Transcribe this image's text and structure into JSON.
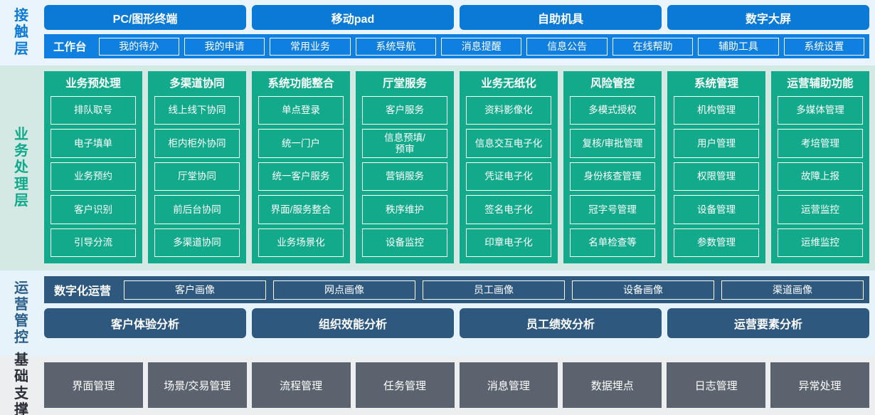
{
  "layers": {
    "contact": {
      "label_chars": [
        "接",
        "触",
        "层"
      ],
      "label_text": "接触层",
      "channels": [
        "PC/图形终端",
        "移动pad",
        "自助机具",
        "数字大屏"
      ],
      "workbench_title": "工作台",
      "workbench_items": [
        "我的待办",
        "我的申请",
        "常用业务",
        "系统导航",
        "消息提醒",
        "信息公告",
        "在线帮助",
        "辅助工具",
        "系统设置"
      ]
    },
    "business": {
      "label_chars": [
        "业",
        "务",
        "处",
        "理",
        "层"
      ],
      "label_text": "业务处理层",
      "columns": [
        {
          "title": "业务预处理",
          "items": [
            "排队取号",
            "电子填单",
            "业务预约",
            "客户识别",
            "引导分流"
          ]
        },
        {
          "title": "多渠道协同",
          "items": [
            "线上线下协同",
            "柜内柜外协同",
            "厅堂协同",
            "前后台协同",
            "多渠道协同"
          ]
        },
        {
          "title": "系统功能整合",
          "items": [
            "单点登录",
            "统一门户",
            "统一客户服务",
            "界面/服务整合",
            "业务场景化"
          ]
        },
        {
          "title": "厅堂服务",
          "items": [
            "客户服务",
            "信息预填/\n预审",
            "营销服务",
            "秩序维护",
            "设备监控"
          ]
        },
        {
          "title": "业务无纸化",
          "items": [
            "资料影像化",
            "信息交互电子化",
            "凭证电子化",
            "签名电子化",
            "印章电子化"
          ]
        },
        {
          "title": "风险管控",
          "items": [
            "多模式授权",
            "复核/审批管理",
            "身份核查管理",
            "冠字号管理",
            "名单检查等"
          ]
        },
        {
          "title": "系统管理",
          "items": [
            "机构管理",
            "用户管理",
            "权限管理",
            "设备管理",
            "参数管理"
          ]
        },
        {
          "title": "运营辅助功能",
          "items": [
            "多媒体管理",
            "考培管理",
            "故障上报",
            "运营监控",
            "运维监控"
          ]
        }
      ]
    },
    "operations": {
      "label_chars": [
        "运",
        "营",
        "管",
        "控"
      ],
      "label_text": "运营管控",
      "row1_title": "数字化运营",
      "row1_items": [
        "客户画像",
        "网点画像",
        "员工画像",
        "设备画像",
        "渠道画像"
      ],
      "row2_items": [
        "客户体验分析",
        "组织效能分析",
        "员工绩效分析",
        "运营要素分析"
      ]
    },
    "foundation": {
      "label_chars": [
        "基",
        "础",
        "支",
        "撑"
      ],
      "label_text": "基础支撑",
      "items": [
        "界面管理",
        "场景/交易管理",
        "流程管理",
        "任务管理",
        "消息管理",
        "数据埋点",
        "日志管理",
        "异常处理"
      ]
    }
  },
  "colors": {
    "contact_accent": "#0b7ad6",
    "contact_bg": "#eaf4fd",
    "business_accent": "#13aa8c",
    "business_bg": "#d4e9e4",
    "operations_accent": "#2f587f",
    "operations_bg": "#e7f3fb",
    "foundation_accent": "#5b636e",
    "foundation_bg": "#eceef0",
    "text_on_accent": "#ffffff"
  }
}
